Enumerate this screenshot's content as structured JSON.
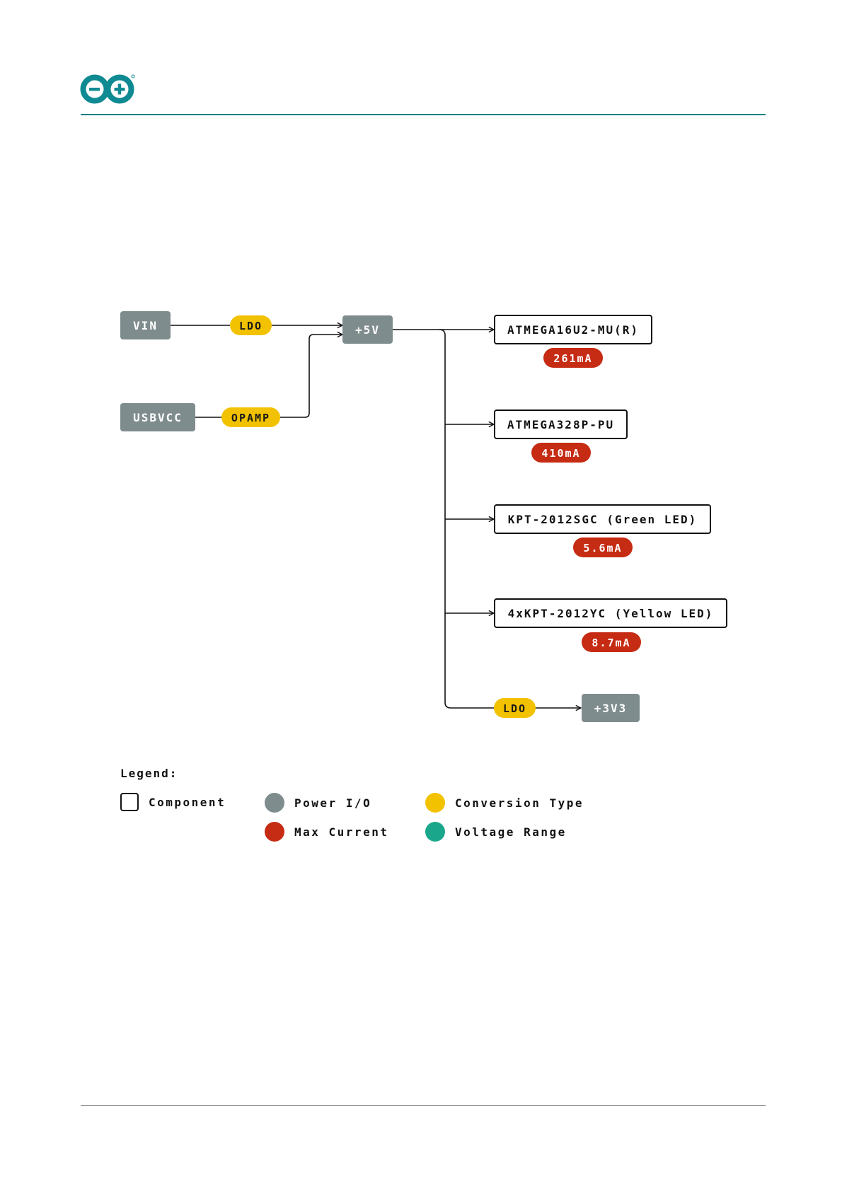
{
  "colors": {
    "power_io": "#7f8c8d",
    "conversion": "#f2c200",
    "max_current": "#c62b14",
    "voltage_range": "#1aa68a",
    "brand": "#0f8a93",
    "line": "#111111"
  },
  "header": {
    "logo_icon": "arduino-infinity-logo"
  },
  "diagram": {
    "inputs": {
      "vin": "VIN",
      "usbvcc": "USBVCC"
    },
    "conversions": {
      "ldo_vin": "LDO",
      "opamp": "OPAMP",
      "ldo_3v3": "LDO"
    },
    "rails": {
      "v5": "+5V",
      "v3v3": "+3V3"
    },
    "components": [
      {
        "name": "ATMEGA16U2-MU(R)",
        "current": "261mA"
      },
      {
        "name": "ATMEGA328P-PU",
        "current": "410mA"
      },
      {
        "name": "KPT-2012SGC (Green LED)",
        "current": "5.6mA"
      },
      {
        "name": "4xKPT-2012YC (Yellow LED)",
        "current": "8.7mA"
      }
    ]
  },
  "legend": {
    "title": "Legend:",
    "component": "Component",
    "power_io": "Power I/O",
    "conversion_type": "Conversion Type",
    "max_current": "Max Current",
    "voltage_range": "Voltage Range"
  }
}
